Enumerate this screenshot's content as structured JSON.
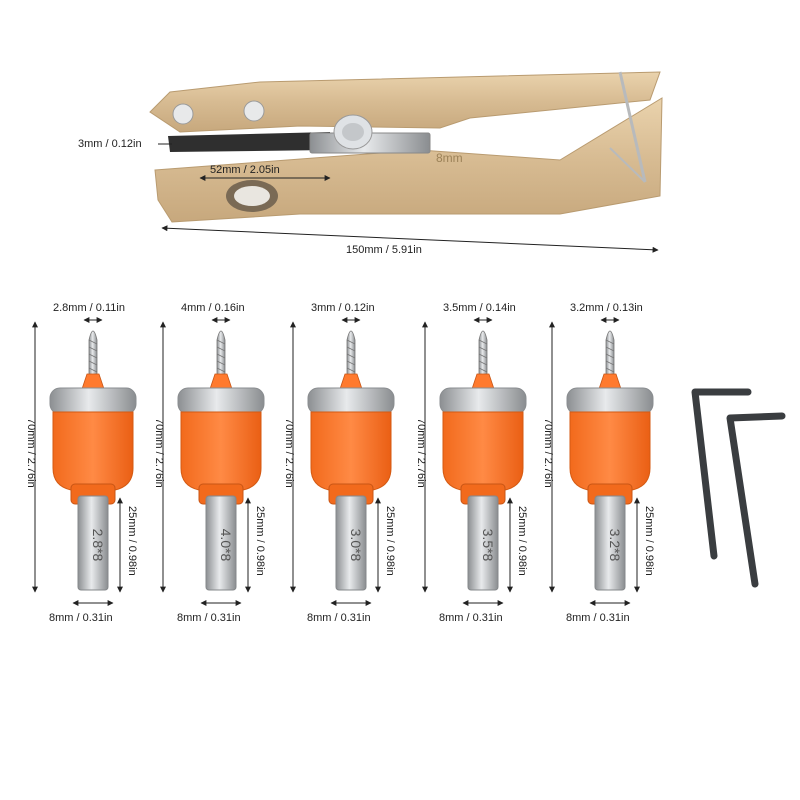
{
  "pliers": {
    "dim_gap": "3mm / 0.12in",
    "dim_inner": "52mm / 2.05in",
    "dim_length": "150mm / 5.91in",
    "scale_mark": "8mm"
  },
  "bits": [
    {
      "tip": "2.8mm / 0.11in",
      "length": "70mm / 2.76in",
      "shank_len": "25mm / 0.98in",
      "shank_dia": "8mm / 0.31in",
      "engraving": "2.8*8"
    },
    {
      "tip": "4mm / 0.16in",
      "length": "70mm / 2.76in",
      "shank_len": "25mm / 0.98in",
      "shank_dia": "8mm / 0.31in",
      "engraving": "4.0*8"
    },
    {
      "tip": "3mm / 0.12in",
      "length": "70mm / 2.76in",
      "shank_len": "25mm / 0.98in",
      "shank_dia": "8mm / 0.31in",
      "engraving": "3.0*8"
    },
    {
      "tip": "3.5mm / 0.14in",
      "length": "70mm / 2.76in",
      "shank_len": "25mm / 0.98in",
      "shank_dia": "8mm / 0.31in",
      "engraving": "3.5*8"
    },
    {
      "tip": "3.2mm / 0.13in",
      "length": "70mm / 2.76in",
      "shank_len": "25mm / 0.98in",
      "shank_dia": "8mm / 0.31in",
      "engraving": "3.2*8"
    }
  ],
  "colors": {
    "pliers_body": "#d9bf97",
    "collar": "#ff7a2e",
    "ring": "#c9ccd0",
    "shank": "#b6b8ba",
    "key": "#3a3d40",
    "dim_line": "#222222"
  }
}
